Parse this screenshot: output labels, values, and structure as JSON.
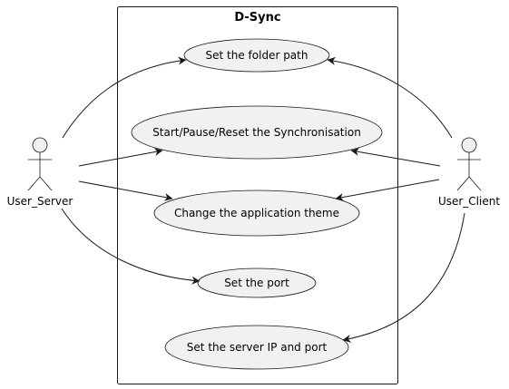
{
  "diagram": {
    "system": {
      "title": "D-Sync"
    },
    "actors": {
      "server": {
        "label": "User_Server"
      },
      "client": {
        "label": "User_Client"
      }
    },
    "usecases": {
      "folder_path": "Set the folder path",
      "sync": "Start/Pause/Reset the Synchronisation",
      "theme": "Change the application theme",
      "port": "Set the port",
      "server_ip": "Set the server IP and port"
    }
  }
}
